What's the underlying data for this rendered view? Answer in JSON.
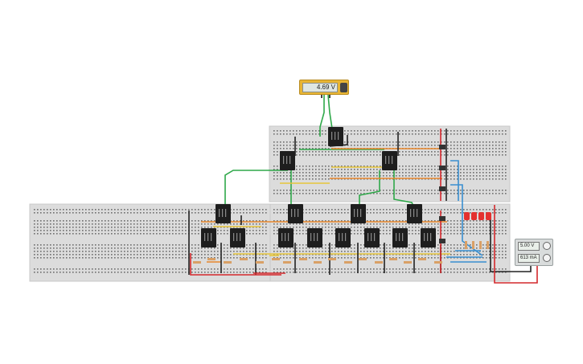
{
  "voltmeter": {
    "reading": "4.69 V"
  },
  "power_supply": {
    "voltage": "5.00 V",
    "current": "613 mA"
  },
  "colors": {
    "breadboard": "#dcdcdc",
    "chip": "#1e1e1e",
    "wire_green": "#2fa84a",
    "wire_orange": "#e8862b",
    "wire_yellow": "#e6c53a",
    "wire_red": "#d4282c",
    "wire_black": "#222222",
    "wire_blue": "#3a8fd0",
    "led_red": "#e4312f",
    "meter_body": "#e8b534"
  },
  "icons": [
    "voltmeter-icon",
    "power-supply-icon",
    "relay-chip-icon",
    "led-icon",
    "resistor-icon"
  ]
}
